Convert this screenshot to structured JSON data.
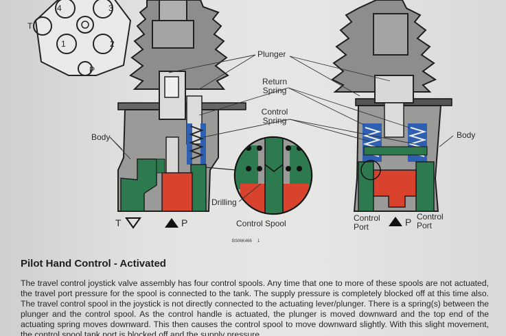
{
  "figure": {
    "labels": {
      "plunger": "Plunger",
      "return_spring_line1": "Return",
      "return_spring_line2": "Spring",
      "control_spring_line1": "Control",
      "control_spring_line2": "Spring",
      "body_left": "Body",
      "body_right": "Body",
      "drilling": "Drilling",
      "control_spool": "Control Spool",
      "tank_port": "T",
      "pressure_port_left": "P",
      "control_port_left_line1": "Control",
      "control_port_left_line2": "Port",
      "pressure_port_right": "P",
      "control_port_right_line1": "Control",
      "control_port_right_line2": "Port"
    },
    "port_view": {
      "ports": [
        "4",
        "3",
        "T",
        "1",
        "2",
        "P"
      ]
    },
    "code": "BS06K466",
    "number": "1"
  },
  "section": {
    "heading": "Pilot Hand Control - Activated",
    "paragraph": "The travel control joystick valve assembly has four control spools. Any time that one to more of these spools are not actuated, the travel port pressure for the spool is connected to the tank. The supply pressure is completely blocked off at this time also. The travel control spool in the joystick is not directly connected to the actuating lever/plunger. There is a spring(s) between the plunger and the control spool. As the control handle is actuated, the plunger is moved downward and the top end of the actuating spring moves downward. This then causes the control spool to move downward slightly. With this slight movement, the control spool tank port is blocked off and the supply pressure"
  },
  "colors": {
    "hydraulic_green": "#2e7a4f",
    "pressure_red": "#d9432e",
    "spring_blue": "#2f5fb0",
    "body_gray": "#9a9a98"
  }
}
